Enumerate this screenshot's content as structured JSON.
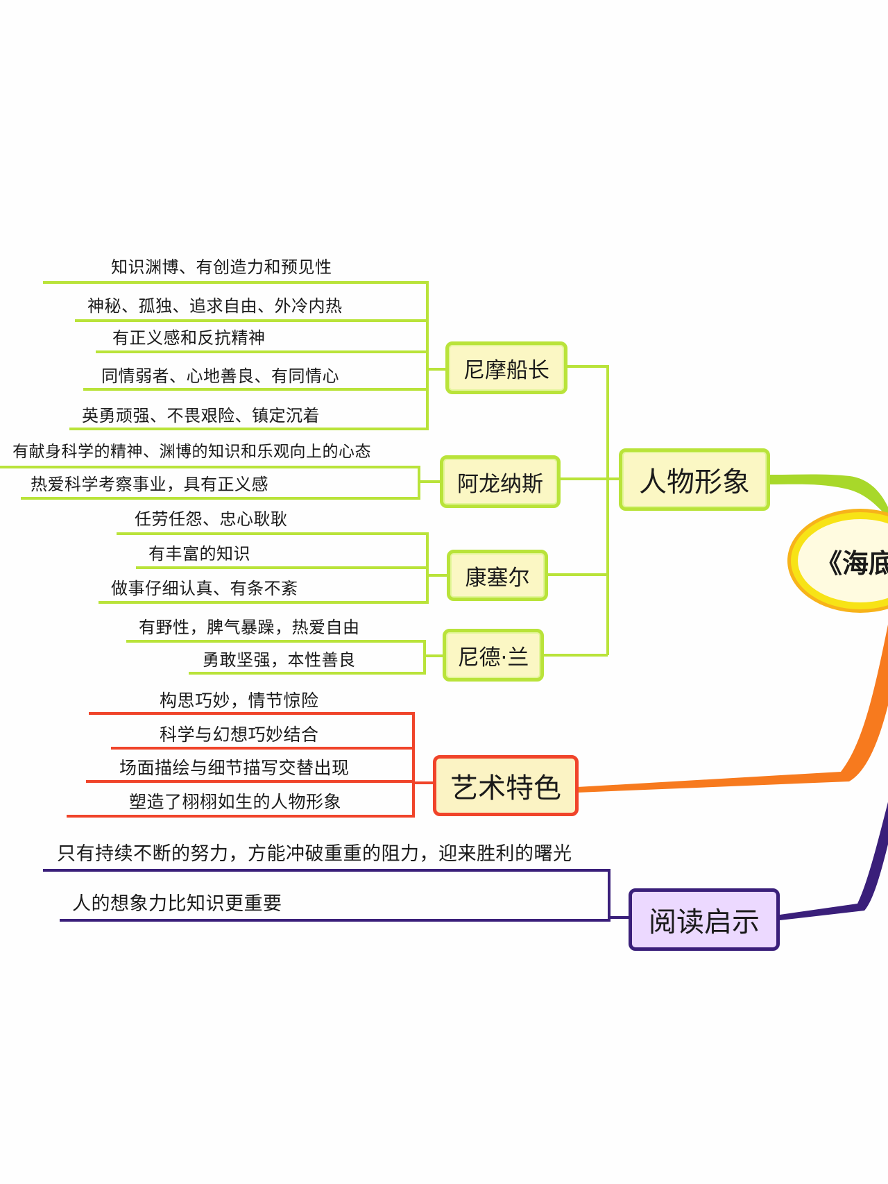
{
  "center": {
    "label": "《海底"
  },
  "characters": {
    "label": "人物形象",
    "nemo": {
      "label": "尼摩船长",
      "traits": [
        "知识渊博、有创造力和预见性",
        "神秘、孤独、追求自由、外冷内热",
        "有正义感和反抗精神",
        "同情弱者、心地善良、有同情心",
        "英勇顽强、不畏艰险、镇定沉着"
      ]
    },
    "aronnax": {
      "label": "阿龙纳斯",
      "traits": [
        "有献身科学的精神、渊博的知识和乐观向上的心态",
        "热爱科学考察事业，具有正义感"
      ]
    },
    "conseil": {
      "label": "康塞尔",
      "traits": [
        "任劳任怨、忠心耿耿",
        "有丰富的知识",
        "做事仔细认真、有条不紊"
      ]
    },
    "ned": {
      "label": "尼德·兰",
      "traits": [
        "有野性，脾气暴躁，热爱自由",
        "勇敢坚强，本性善良"
      ]
    }
  },
  "art": {
    "label": "艺术特色",
    "items": [
      "构思巧妙，情节惊险",
      "科学与幻想巧妙结合",
      "场面描绘与细节描写交替出现",
      "塑造了栩栩如生的人物形象"
    ]
  },
  "inspiration": {
    "label": "阅读启示",
    "items": [
      "只有持续不断的努力，方能冲破重重的阻力，迎来胜利的曙光",
      "人的想象力比知识更重要"
    ]
  },
  "colors": {
    "green": "#b9e33a",
    "red": "#f0442a",
    "orange": "#f77a1e",
    "purple": "#3a1f7a",
    "center_ring": "#f7e316"
  }
}
